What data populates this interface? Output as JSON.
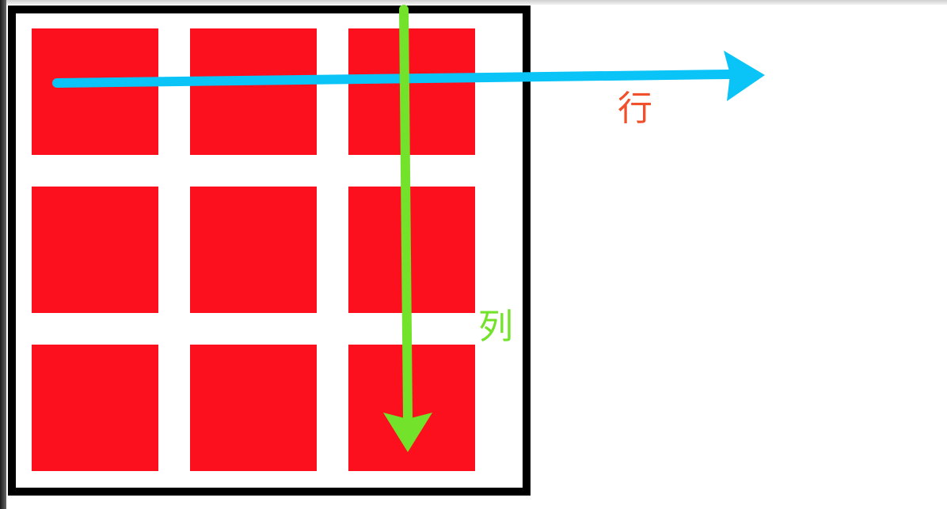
{
  "labels": {
    "row": "行",
    "column": "列"
  },
  "grid": {
    "rows": 3,
    "columns": 3
  },
  "colors": {
    "cell": "#fc101e",
    "border": "#000000",
    "row_arrow": "#0ac4f7",
    "column_arrow": "#72e22a",
    "row_label": "#f0502c",
    "column_label": "#72e22a"
  }
}
